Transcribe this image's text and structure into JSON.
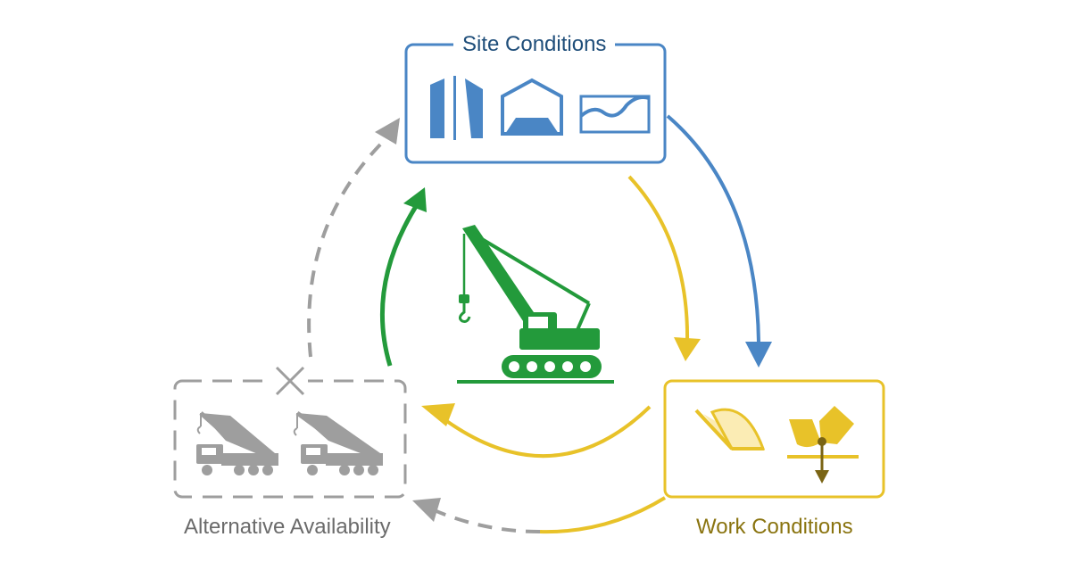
{
  "site": {
    "title": "Site Conditions",
    "icons": [
      "narrow-passage-icon",
      "building-clearance-icon",
      "terrain-profile-icon"
    ],
    "color": "#4a86c5"
  },
  "work": {
    "title": "Work Conditions",
    "icons": [
      "swing-angle-icon",
      "load-moment-icon"
    ],
    "color": "#e8c229",
    "dark_color": "#7a6414",
    "title_color": "#8a7410"
  },
  "alternative": {
    "title": "Alternative Availability",
    "icons": [
      "truck-crane-icon",
      "truck-crane-icon"
    ],
    "status_icon": "cross-icon",
    "color": "#9e9e9e"
  },
  "center": {
    "icon": "crawler-crane-icon",
    "color": "#239a3b"
  }
}
